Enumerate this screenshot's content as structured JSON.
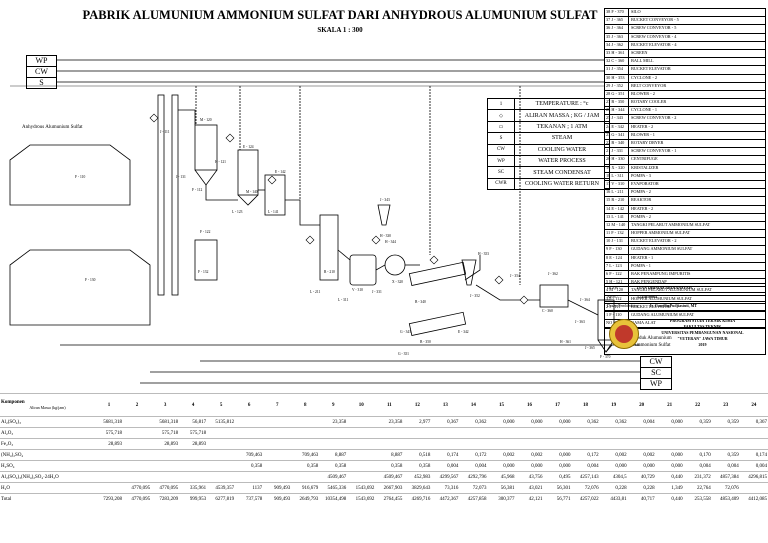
{
  "header": {
    "title": "PABRIK ALUMUNIUM AMMONIUM SULFAT DARI ANHYDROUS ALUMUNIUM SULFAT",
    "scale": "SKALA 1 : 300"
  },
  "utility_left": [
    "WP",
    "CW",
    "S"
  ],
  "utility_right": [
    "CW",
    "SC",
    "WP"
  ],
  "feed_label": "Anhydrous Alumunium Sulfat",
  "product_label": [
    "Produk Alumunium",
    "Ammonium Sulfat"
  ],
  "legend": [
    {
      "sym": "1",
      "text": "TEMPERATURE : °c"
    },
    {
      "sym": "◇",
      "text": "ALIRAN MASSA ; KG / JAM"
    },
    {
      "sym": "▭",
      "text": "TEKANAN ; 1 ATM"
    },
    {
      "sym": "S",
      "text": "STEAM"
    },
    {
      "sym": "CW",
      "text": "COOLING WATER"
    },
    {
      "sym": "WP",
      "text": "WATER PROCESS"
    },
    {
      "sym": "SC",
      "text": "STEAM CONDENSAT"
    },
    {
      "sym": "CWR",
      "text": "COOLING WATER RETURN"
    }
  ],
  "equipment": [
    {
      "no": "38",
      "code": "F - 370",
      "name": "SILO"
    },
    {
      "no": "37",
      "code": "J - 365",
      "name": "BUCKET CONVEYOR - 5"
    },
    {
      "no": "36",
      "code": "J - 364",
      "name": "SCREW CONVEYOR - 5"
    },
    {
      "no": "35",
      "code": "J - 363",
      "name": "SCREW CONVEYOR - 4"
    },
    {
      "no": "34",
      "code": "J - 362",
      "name": "BUCKET ELEVATOR - 4"
    },
    {
      "no": "33",
      "code": "H - 361",
      "name": "SCREEN"
    },
    {
      "no": "32",
      "code": "C - 360",
      "name": "BALL MILL"
    },
    {
      "no": "31",
      "code": "J - 354",
      "name": "BUCKET ELEVATOR"
    },
    {
      "no": "30",
      "code": "H - 353",
      "name": "CYCLONE - 2"
    },
    {
      "no": "29",
      "code": "J - 352",
      "name": "BELT CONVEYOR"
    },
    {
      "no": "28",
      "code": "G - 351",
      "name": "BLOWER - 2"
    },
    {
      "no": "27",
      "code": "B - 350",
      "name": "ROTARY COOLER"
    },
    {
      "no": "26",
      "code": "H - 344",
      "name": "CYCLONE - 1"
    },
    {
      "no": "25",
      "code": "J - 343",
      "name": "SCREW CONVEYOR - 2"
    },
    {
      "no": "24",
      "code": "E - 342",
      "name": "HEATER - 2"
    },
    {
      "no": "23",
      "code": "G - 341",
      "name": "BLOWER - 1"
    },
    {
      "no": "22",
      "code": "B - 340",
      "name": "ROTARY DRYER"
    },
    {
      "no": "21",
      "code": "J - 331",
      "name": "SCREW CONVEYOR - 1"
    },
    {
      "no": "20",
      "code": "H - 330",
      "name": "CENTRIFUGE"
    },
    {
      "no": "19",
      "code": "X - 320",
      "name": "KRISTALIZER"
    },
    {
      "no": "18",
      "code": "L - 311",
      "name": "POMPA - 3"
    },
    {
      "no": "17",
      "code": "V - 310",
      "name": "EVAPORATOR"
    },
    {
      "no": "16",
      "code": "L - 211",
      "name": "POMPA - 2"
    },
    {
      "no": "15",
      "code": "R - 210",
      "name": "REAKTOR"
    },
    {
      "no": "14",
      "code": "E - 142",
      "name": "HEATER - 2"
    },
    {
      "no": "13",
      "code": "L - 141",
      "name": "POMPA - 2"
    },
    {
      "no": "12",
      "code": "M - 140",
      "name": "TANGKI PELARUT AMMONIUM SULFAT"
    },
    {
      "no": "11",
      "code": "F - 132",
      "name": "HOPPER AMMONIUM SULFAT"
    },
    {
      "no": "10",
      "code": "J - 131",
      "name": "BUCKET ELEVATOR - 2"
    },
    {
      "no": "9",
      "code": "F - 130",
      "name": "GUDANG AMMONIUM SULFAT"
    },
    {
      "no": "8",
      "code": "E - 124",
      "name": "HEATER - 1"
    },
    {
      "no": "7",
      "code": "L - 123",
      "name": "POMPA - 1"
    },
    {
      "no": "6",
      "code": "F - 122",
      "name": "BAK PENAMPUNG IMPURITIS"
    },
    {
      "no": "5",
      "code": "H - 121",
      "name": "BAK PENGENDAP"
    },
    {
      "no": "4",
      "code": "M - 120",
      "name": "TANGKI PELARUT ALUMUNIUM SULFAT"
    },
    {
      "no": "3",
      "code": "F - 112",
      "name": "HOPPER ALUMUNIUM SULFAT"
    },
    {
      "no": "2",
      "code": "J - 111",
      "name": "BUCKET ELEVATOR"
    },
    {
      "no": "1",
      "code": "F - 110",
      "name": "GUDANG ALUMUNIUM SULFAT"
    },
    {
      "no": "NO",
      "code": "KODE",
      "name": "NAMA ALAT"
    }
  ],
  "titleblock": {
    "oleh_label": "OLEH :",
    "oleh_value": "IYAN DHIMAS ARDIANSYAH",
    "npm_label": "NPM :",
    "npm_value": "1731010064",
    "dosen_label": "Dosen Pembimbing :",
    "dosen_value": "Ir. Caecilia Pudjiastuti, MT",
    "inst": [
      "PROGRAM STUDI TEKNIK KIMIA",
      "FAKULTAS TEKNIK",
      "UNIVERSITAS PEMBANGUNAN NASIONAL",
      "\"VETERAN\" JAWA TIMUR",
      "2019"
    ]
  },
  "equipment_tags": [
    "F - 110",
    "J - 111",
    "F - 112",
    "M - 120",
    "H - 121",
    "F - 122",
    "L - 123",
    "E - 124",
    "F - 130",
    "J - 131",
    "F - 132",
    "M - 140",
    "L - 141",
    "E - 142",
    "R - 210",
    "L - 211",
    "V - 310",
    "L - 311",
    "X - 320",
    "H - 330",
    "J - 331",
    "B - 340",
    "G - 341",
    "E - 342",
    "J - 343",
    "H - 344",
    "B - 350",
    "G - 351",
    "J - 352",
    "H - 353",
    "J - 354",
    "C - 360",
    "H - 361",
    "J - 362",
    "J - 363",
    "J - 364",
    "J - 365",
    "F - 370"
  ],
  "balance": {
    "header_label": "Komponen",
    "subheader_label": "Aliran Massa (kg/jam)",
    "streams": [
      "1",
      "2",
      "3",
      "4",
      "5",
      "6",
      "7",
      "8",
      "9",
      "10",
      "11",
      "12",
      "13",
      "14",
      "15",
      "16",
      "17",
      "18",
      "19",
      "20",
      "21",
      "22",
      "23",
      "24"
    ],
    "rows": [
      {
        "label": "Al₂(SO₄)₃",
        "values": [
          "5681,318",
          "",
          "5681,318",
          "56,817",
          "5135,812",
          "",
          "",
          "",
          "23,358",
          "",
          "23,358",
          "2,977",
          "0,367",
          "0,362",
          "0,000",
          "0,000",
          "0,000",
          "0,362",
          "0,362",
          "0,004",
          "0,000",
          "0,359",
          "0,359",
          "0,367"
        ]
      },
      {
        "label": "Al₂O₃",
        "values": [
          "575,718",
          "",
          "575,718",
          "575,718",
          "",
          "",
          "",
          "",
          "",
          "",
          "",
          "",
          "",
          "",
          "",
          "",
          "",
          "",
          "",
          "",
          "",
          "",
          "",
          ""
        ]
      },
      {
        "label": "Fe₂O₃",
        "values": [
          "28,893",
          "",
          "28,893",
          "28,893",
          "",
          "",
          "",
          "",
          "",
          "",
          "",
          "",
          "",
          "",
          "",
          "",
          "",
          "",
          "",
          "",
          "",
          "",
          "",
          ""
        ]
      },
      {
        "label": "(NH₄)₂SO₄",
        "values": [
          "",
          "",
          "",
          "",
          "",
          "709,463",
          "",
          "709,463",
          "8,887",
          "",
          "8,887",
          "0,518",
          "0,174",
          "0,172",
          "0,002",
          "0,002",
          "0,000",
          "0,172",
          "0,002",
          "0,002",
          "0,000",
          "0,170",
          "0,359",
          "0,174"
        ]
      },
      {
        "label": "H₂SO₄",
        "values": [
          "",
          "",
          "",
          "",
          "",
          "0,358",
          "",
          "0,358",
          "0,358",
          "",
          "0,358",
          "0,358",
          "0,004",
          "0,004",
          "0,000",
          "0,000",
          "0,000",
          "0,004",
          "0,000",
          "0,000",
          "0,000",
          "0,004",
          "0,004",
          "0,004"
        ]
      },
      {
        "label": "Al₂(SO₄)₃(NH₄)₂SO₄·24H₂O",
        "values": [
          "",
          "",
          "",
          "",
          "",
          "",
          "",
          "",
          "4509,467",
          "",
          "4509,467",
          "452,983",
          "4299,567",
          "4292,796",
          "45,968",
          "43,756",
          "0,495",
          "4257,143",
          "4304,5",
          "40,729",
          "0,440",
          "231,372",
          "4857,384",
          "4296,815"
        ]
      },
      {
        "label": "H₂O",
        "values": [
          "",
          "4770,095",
          "4770,095",
          "335,961",
          "4539,357",
          "1137",
          "909,493",
          "916,679",
          "5465,336",
          "1543,692",
          "2667,903",
          "3829,643",
          "73,316",
          "72,073",
          "56,381",
          "43,021",
          "56,301",
          "72,076",
          "0,228",
          "0,228",
          "1,349",
          "22,764",
          "72,076",
          ""
        ]
      },
      {
        "label": "Total",
        "values": [
          "7293,208",
          "4770,095",
          "7283,209",
          "999,953",
          "6277,819",
          "737,578",
          "909,493",
          "2649,793",
          "10354,498",
          "1543,692",
          "2764,455",
          "4269,716",
          "4472,367",
          "4257,858",
          "300,377",
          "42,121",
          "56,771",
          "4257,022",
          "4433,81",
          "40,717",
          "0,440",
          "253,558",
          "4853,409",
          "4412,085"
        ]
      }
    ]
  }
}
